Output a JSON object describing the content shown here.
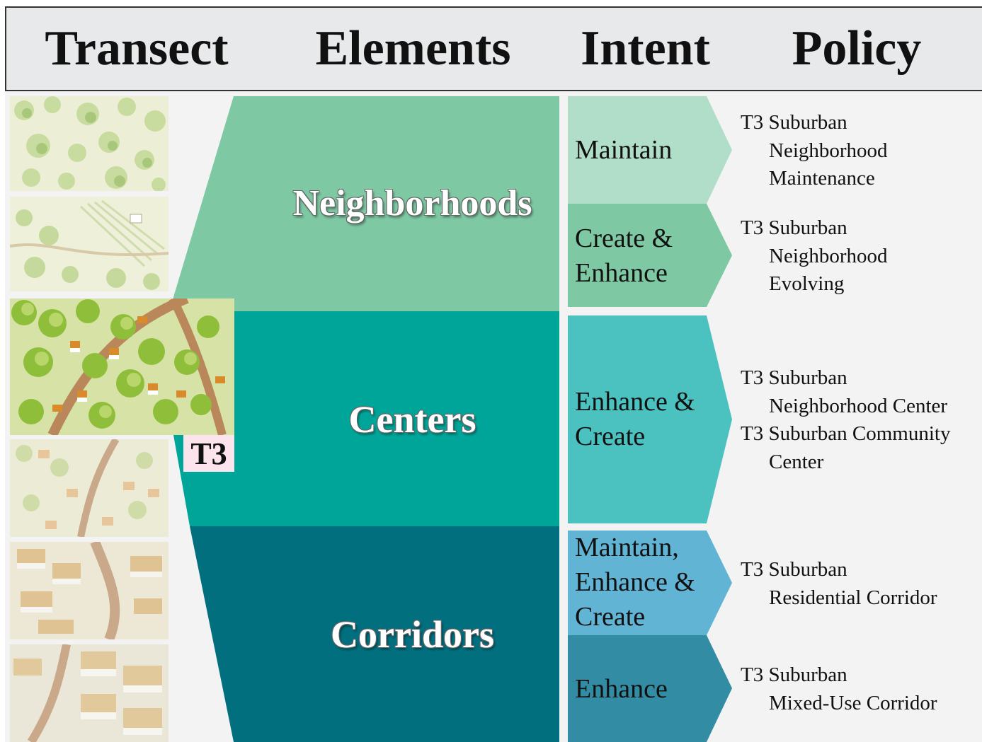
{
  "header": {
    "transect": "Transect",
    "elements": "Elements",
    "intent": "Intent",
    "policy": "Policy"
  },
  "transect": {
    "highlight_label": "T3",
    "tiles": [
      {
        "name": "natural-landscape-sketch"
      },
      {
        "name": "rural-landscape-sketch"
      },
      {
        "name": "suburban-landscape-sketch"
      },
      {
        "name": "urban-neighborhood-sketch"
      },
      {
        "name": "center-sketch"
      },
      {
        "name": "downtown-sketch"
      }
    ]
  },
  "elements": {
    "neighborhoods": {
      "label": "Neighborhoods",
      "color": "#7ec8a3"
    },
    "centers": {
      "label": "Centers",
      "color": "#00a599"
    },
    "corridors": {
      "label": "Corridors",
      "color": "#026f7e"
    }
  },
  "intent": {
    "maintain": {
      "lines": [
        "Maintain"
      ],
      "color": "#b1dec8"
    },
    "create_enhance": {
      "lines": [
        "Create &",
        "Enhance"
      ],
      "color": "#7ec8a3"
    },
    "enhance_create": {
      "lines": [
        "Enhance &",
        "Create"
      ],
      "color": "#4bc2c0"
    },
    "maintain_enhance_create": {
      "lines": [
        "Maintain,",
        "Enhance &",
        "Create"
      ],
      "color": "#61b4d4"
    },
    "enhance": {
      "lines": [
        "Enhance"
      ],
      "color": "#328ca3"
    }
  },
  "policy": {
    "neighborhood_maintenance": [
      "T3 Suburban",
      "Neighborhood",
      "Maintenance"
    ],
    "neighborhood_evolving": [
      "T3 Suburban",
      "Neighborhood",
      "Evolving"
    ],
    "centers": [
      "T3 Suburban",
      "Neighborhood Center",
      "T3 Suburban Community",
      "Center"
    ],
    "residential_corridor": [
      "T3 Suburban",
      "Residential Corridor"
    ],
    "mixed_use_corridor": [
      "T3 Suburban",
      "Mixed-Use Corridor"
    ]
  }
}
